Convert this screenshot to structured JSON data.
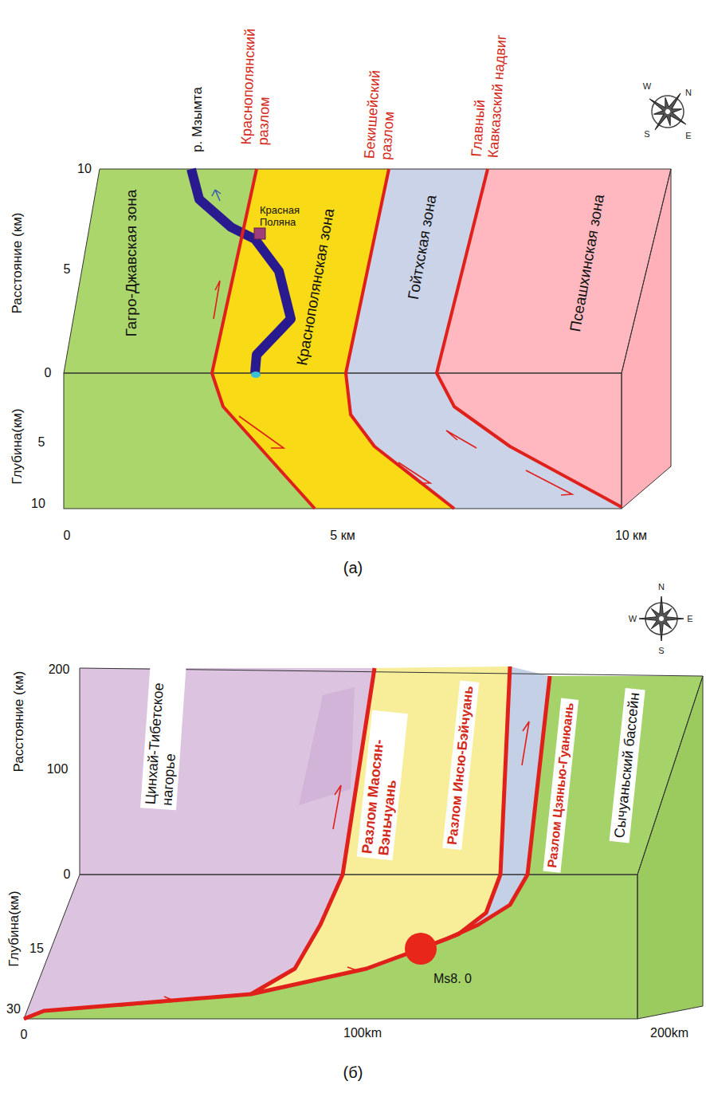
{
  "diagram": {
    "labels": [
      "р. Мзымта",
      "Краснополянский разлом",
      "Бекишейский разлом",
      "Главный Кавказский надвиг",
      "W",
      "N",
      "S",
      "E",
      "10",
      "Расстояние (км)",
      "5",
      "Гагро-Джавская зона",
      "Красная Поляна",
      "Краснополянская зона",
      "Гойтхская зона",
      "Псеашхинская зона",
      "0",
      "Глубина(км)",
      "5",
      "10",
      "0",
      "5 км",
      "10 км",
      "(а)",
      "N",
      "W",
      "E",
      "S",
      "200",
      "Расстояние (км)",
      "100",
      "0",
      "Цинхай-Тибетское нагорье",
      "Разлом Маосян-Вэньчуань",
      "Разлом Инсю-Бэйчуань",
      "Разлом Цзянью-Гуанюань",
      "Сычуаньский бассейн",
      "Глубина(км)",
      "15",
      "30",
      "Ms8. 0",
      "0",
      "100km",
      "200km",
      "(б)"
    ]
  }
}
